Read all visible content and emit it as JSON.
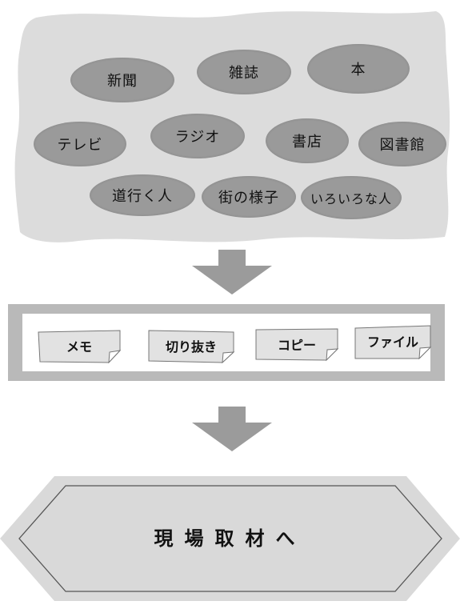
{
  "sources": {
    "row1": [
      "新聞",
      "雑誌",
      "本"
    ],
    "row2": [
      "テレビ",
      "ラジオ",
      "書店",
      "図書館"
    ],
    "row3": [
      "道行く人",
      "街の様子",
      "いろいろな人"
    ]
  },
  "materials": [
    "メモ",
    "切り抜き",
    "コピー",
    "ファイル"
  ],
  "destination": "現場取材へ",
  "colors": {
    "cloud": "#dcdcdc",
    "oval": "#9a9a9a",
    "arrow": "#9b9b9b",
    "frame": "#b9b9b9",
    "card": "#e2e2e2",
    "hexagon": "#d9d9d9"
  }
}
